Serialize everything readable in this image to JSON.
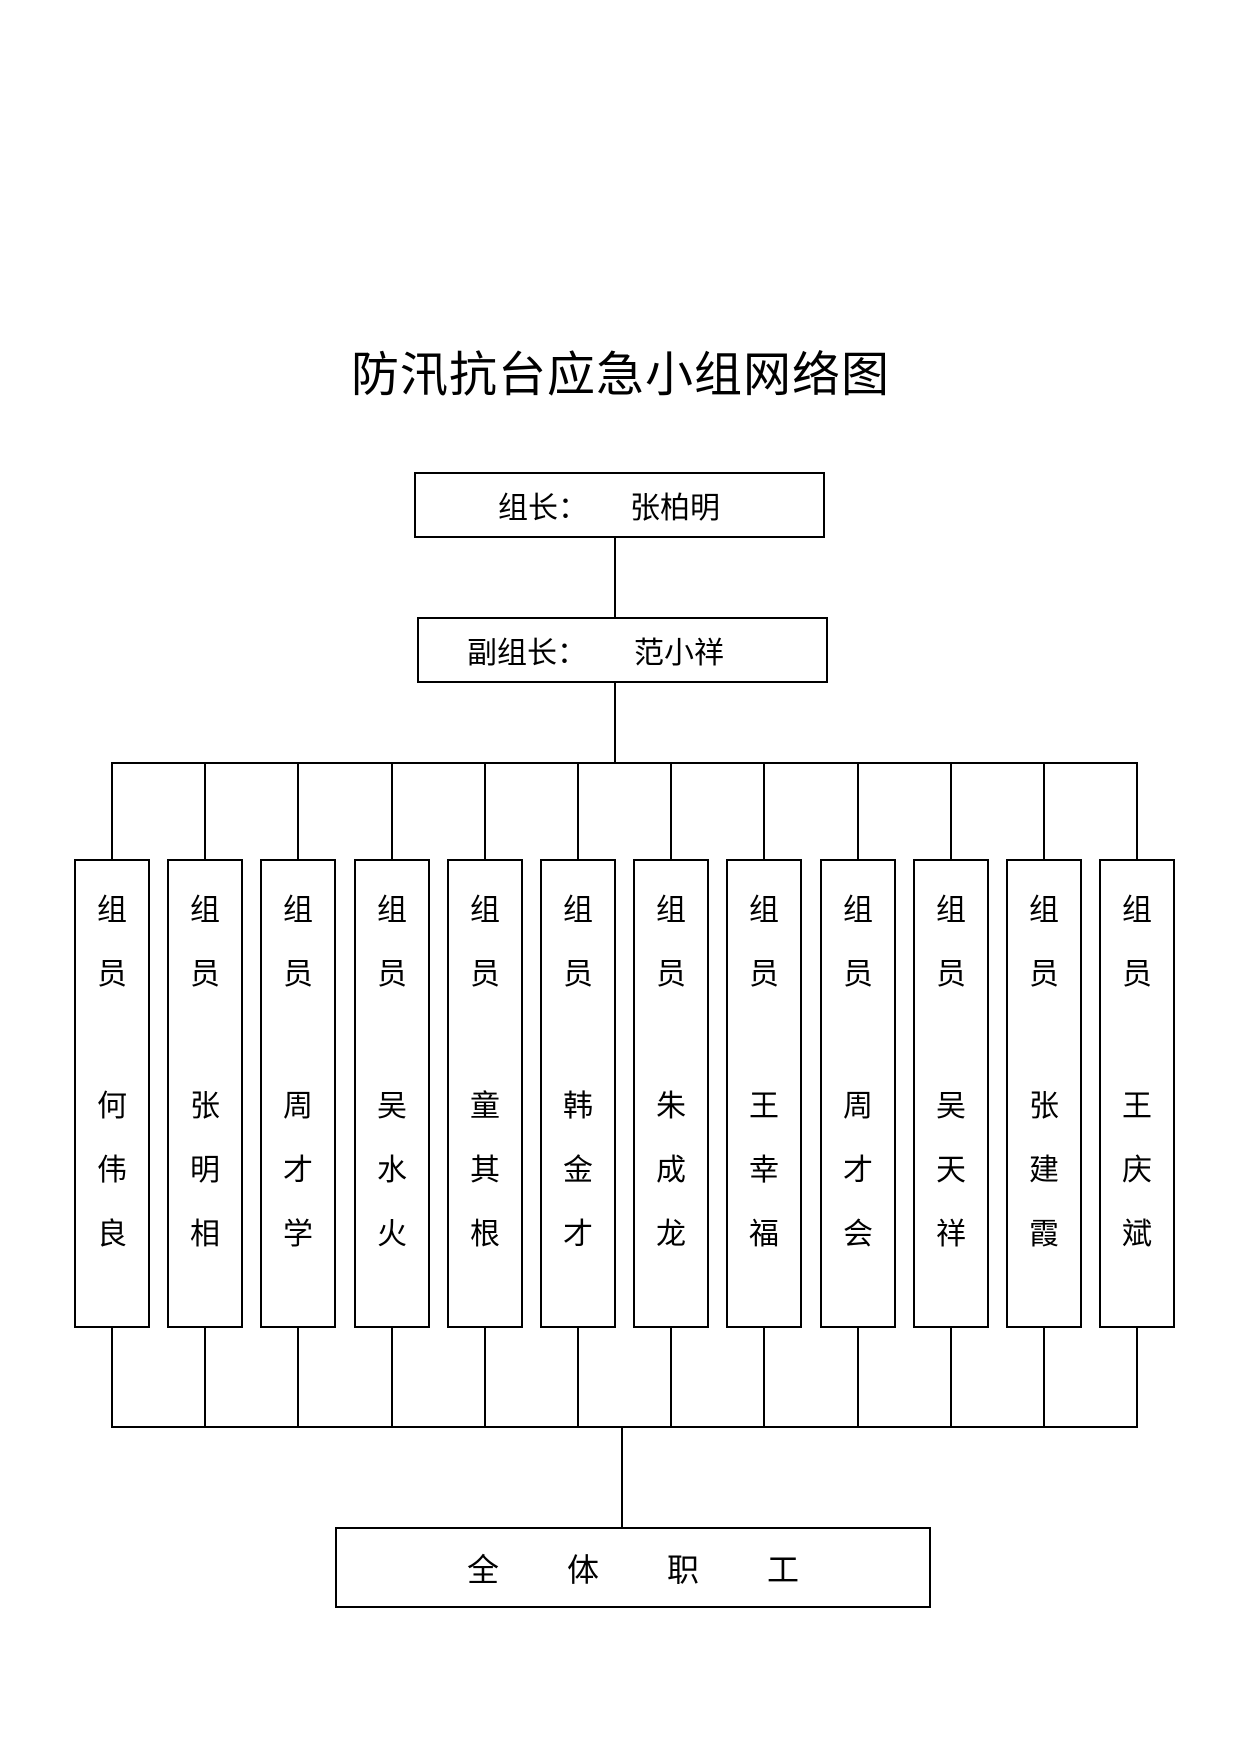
{
  "title": "防汛抗台应急小组网络图",
  "leader": {
    "role": "组长：",
    "name": "张柏明"
  },
  "deputy": {
    "role": "副组长：",
    "name": "范小祥"
  },
  "members": [
    {
      "title": "组员",
      "name": "何伟良"
    },
    {
      "title": "组员",
      "name": "张明相"
    },
    {
      "title": "组员",
      "name": "周才学"
    },
    {
      "title": "组员",
      "name": "吴水火"
    },
    {
      "title": "组员",
      "name": "童其根"
    },
    {
      "title": "组员",
      "name": "韩金才"
    },
    {
      "title": "组员",
      "name": "朱成龙"
    },
    {
      "title": "组员",
      "name": "王幸福"
    },
    {
      "title": "组员",
      "name": "周才会"
    },
    {
      "title": "组员",
      "name": "吴天祥"
    },
    {
      "title": "组员",
      "name": "张建霞"
    },
    {
      "title": "组员",
      "name": "王庆斌"
    }
  ],
  "all_staff": "全体职工"
}
